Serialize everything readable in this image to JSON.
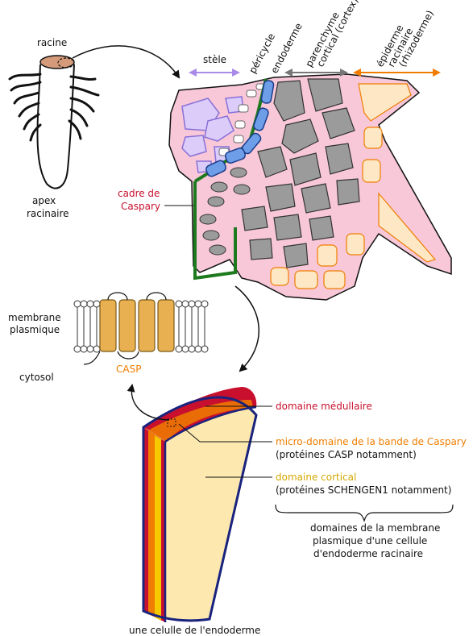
{
  "labels": {
    "racine": "racine",
    "apex_line1": "apex",
    "apex_line2": "racinaire",
    "stele": "stèle",
    "pericycle": "péricycle",
    "endoderme": "endoderme",
    "parenchyme_line1": "parenchyme",
    "parenchyme_line2": "cortical (cortex)",
    "epiderme_line1": "épiderme",
    "epiderme_line2": "racinaire",
    "epiderme_line3": "(rhizoderme)",
    "cadre_line1": "cadre de",
    "cadre_line2": "Caspary",
    "membrane_line1": "membrane",
    "membrane_line2": "plasmique",
    "cytosol": "cytosol",
    "casp": "CASP",
    "domaine_medullaire": "domaine médullaire",
    "micro_domaine": "micro-domaine de la bande de Caspary",
    "proteines_casp": "(protéines CASP notamment)",
    "domaine_cortical": "domaine cortical",
    "proteines_schengen": "(protéines SCHENGEN1 notamment)",
    "domaines_line1": "domaines de la membrane",
    "domaines_line2": "plasmique d'une cellule",
    "domaines_line3": "d'endoderme racinaire",
    "cellule": "une celulle de l'endoderme"
  },
  "colors": {
    "stele": "#a98be8",
    "parenchyme": "#777777",
    "epiderme": "#f07d00",
    "caspary": "#1e7a1e",
    "medullaire": "#c8102e",
    "casp_band": "#f07d00",
    "cortical": "#d4a800",
    "cell_outline": "#1a237e",
    "tissue": "#f8c8d8"
  }
}
